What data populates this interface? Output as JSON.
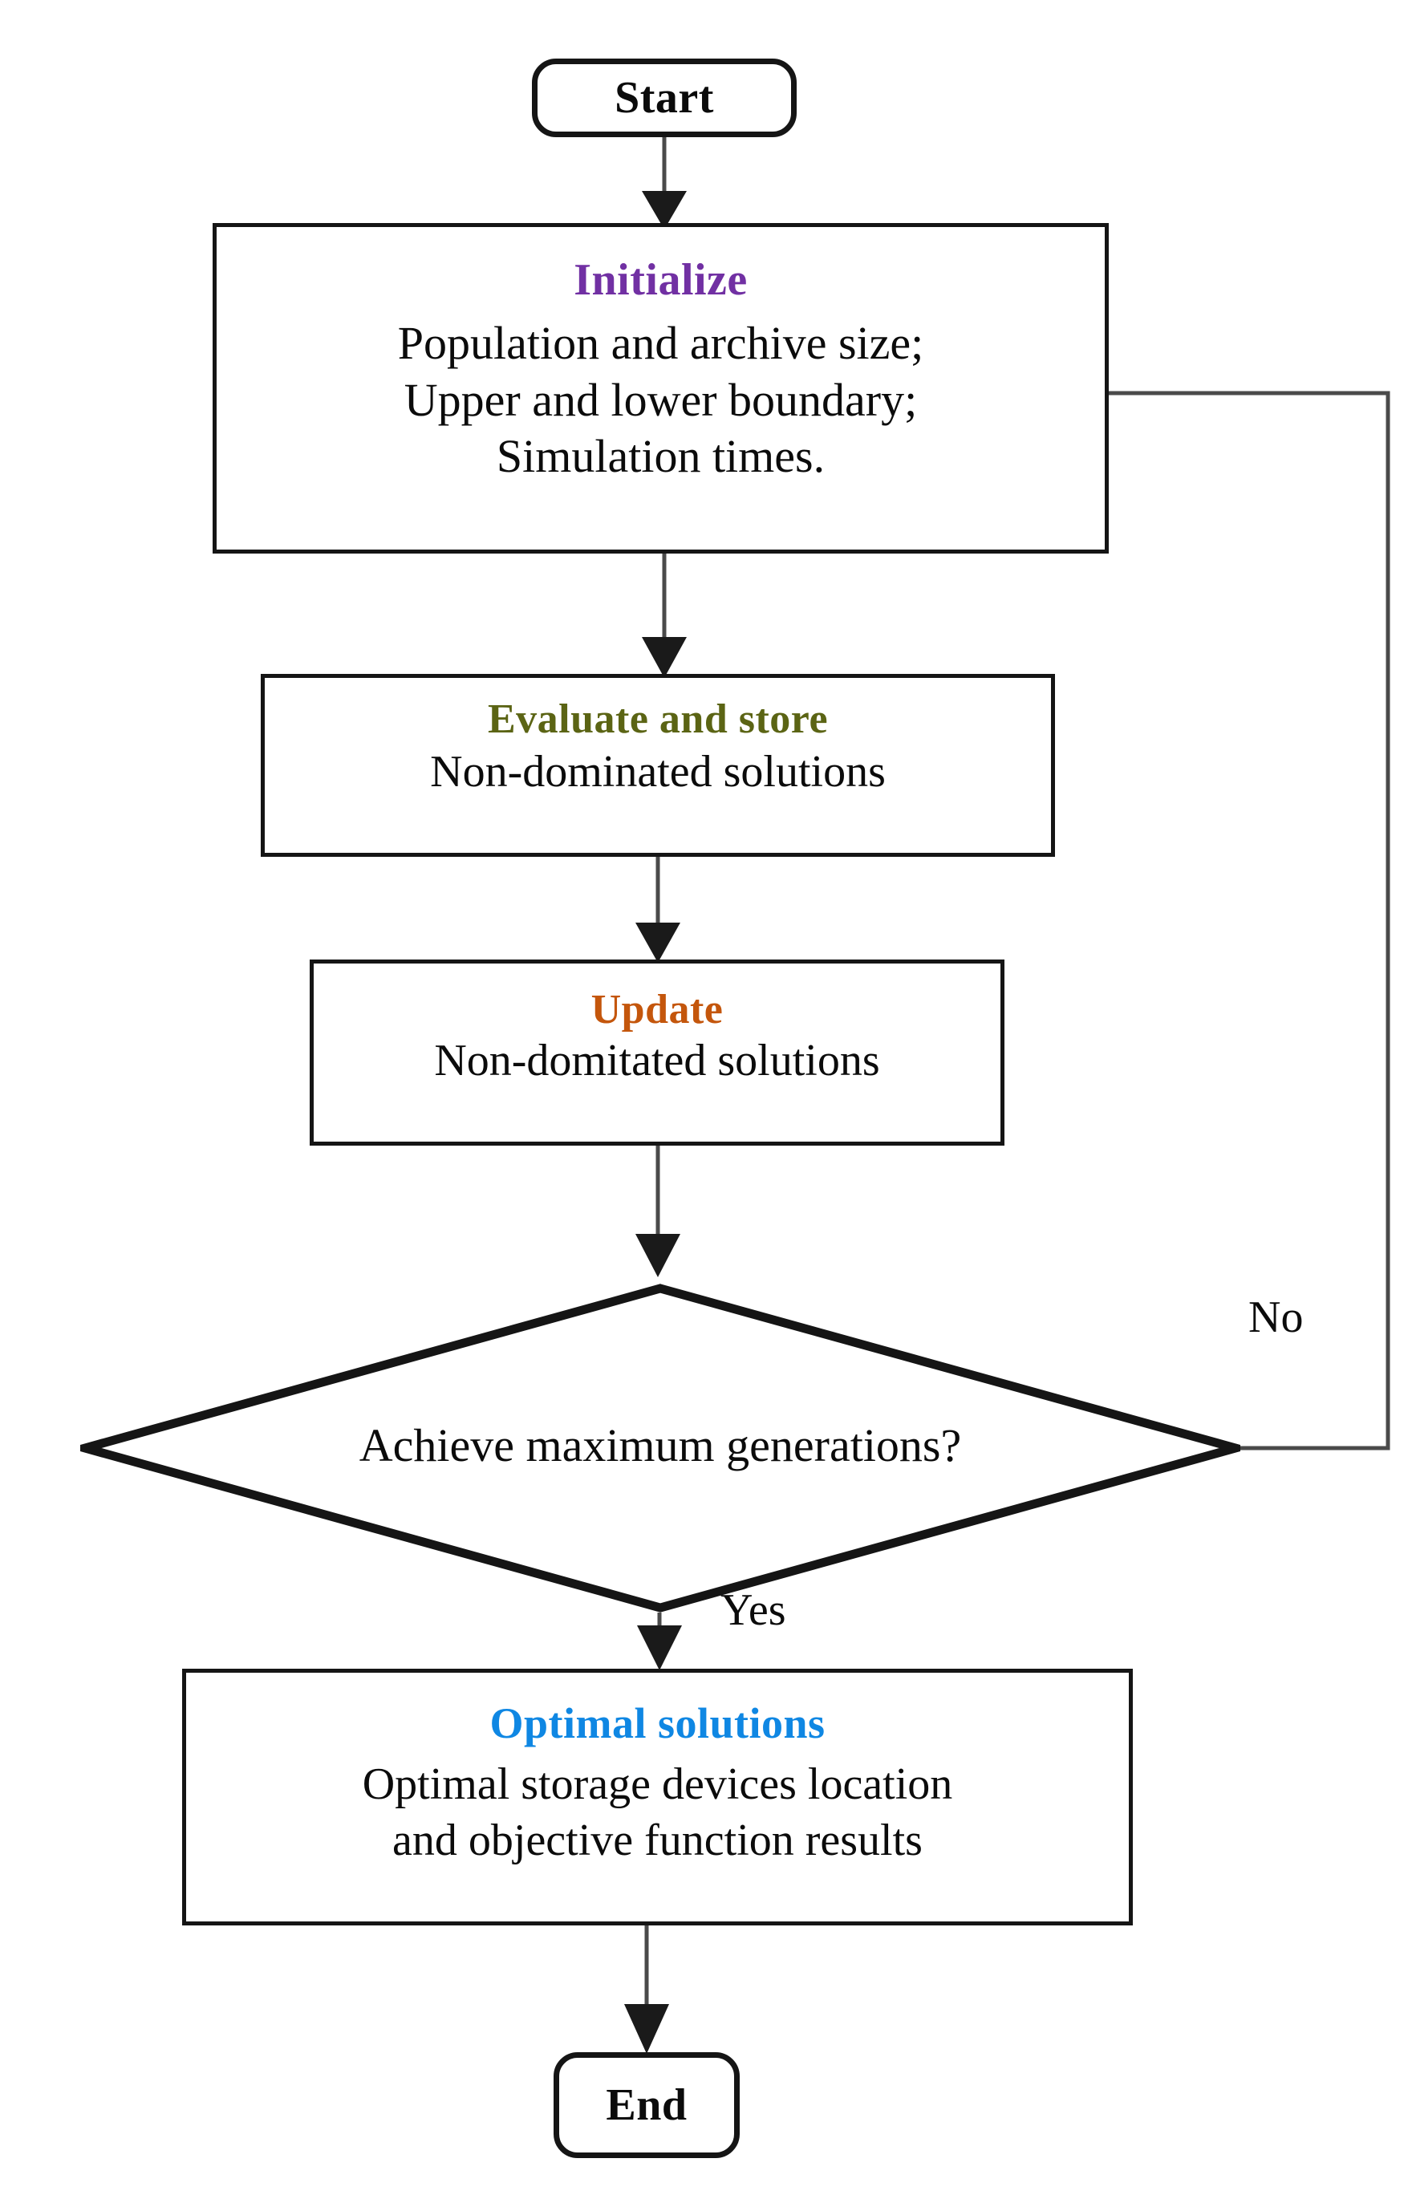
{
  "diagram": {
    "type": "flowchart",
    "title": "Multi-objective optimization algorithm flowchart",
    "colors": {
      "stroke": "#151515",
      "background": "#ffffff",
      "initialize_heading": "#7130a3",
      "evaluate_heading": "#5b6414",
      "update_heading": "#c4560c",
      "optimal_heading": "#0f87e3",
      "body_text": "#0b0b0b"
    },
    "nodes": {
      "start": {
        "shape": "rounded-rectangle",
        "title": "Start"
      },
      "initialize": {
        "shape": "rectangle",
        "title": "Initialize",
        "lines": [
          "Population and archive size;",
          "Upper and lower boundary;",
          "Simulation times."
        ]
      },
      "evaluate": {
        "shape": "rectangle",
        "title": "Evaluate and store",
        "lines": [
          "Non-dominated solutions"
        ]
      },
      "update": {
        "shape": "rectangle",
        "title": "Update",
        "lines": [
          "Non-domitated solutions"
        ]
      },
      "decision": {
        "shape": "diamond",
        "label": "Achieve maximum generations?"
      },
      "optimal": {
        "shape": "rectangle",
        "title": "Optimal solutions",
        "lines": [
          "Optimal storage devices location",
          "and objective function results"
        ]
      },
      "end": {
        "shape": "rounded-rectangle",
        "title": "End"
      }
    },
    "edges": [
      {
        "from": "start",
        "to": "initialize",
        "label": ""
      },
      {
        "from": "initialize",
        "to": "evaluate",
        "label": ""
      },
      {
        "from": "evaluate",
        "to": "update",
        "label": ""
      },
      {
        "from": "update",
        "to": "decision",
        "label": ""
      },
      {
        "from": "decision",
        "to": "optimal",
        "label": "Yes"
      },
      {
        "from": "decision",
        "to": "initialize",
        "label": "No"
      },
      {
        "from": "optimal",
        "to": "end",
        "label": ""
      }
    ],
    "edge_labels": {
      "no": "No",
      "yes": "Yes"
    }
  }
}
